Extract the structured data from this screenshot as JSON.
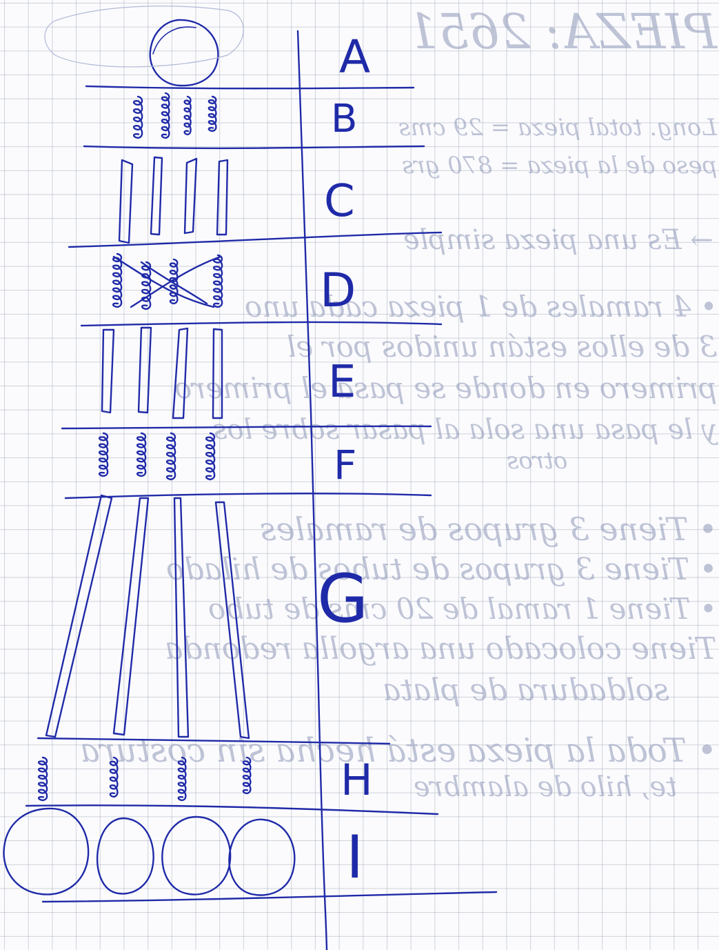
{
  "document": {
    "sections": [
      {
        "id": "A",
        "label": "A",
        "drawing": "single-circle"
      },
      {
        "id": "B",
        "label": "B",
        "drawing": "four-coils"
      },
      {
        "id": "C",
        "label": "C",
        "drawing": "four-bars"
      },
      {
        "id": "D",
        "label": "D",
        "drawing": "crossed-coils"
      },
      {
        "id": "E",
        "label": "E",
        "drawing": "four-bars"
      },
      {
        "id": "F",
        "label": "F",
        "drawing": "four-coils"
      },
      {
        "id": "G",
        "label": "G",
        "drawing": "four-long-bars"
      },
      {
        "id": "H",
        "label": "H",
        "drawing": "four-coils"
      },
      {
        "id": "I",
        "label": "I",
        "drawing": "four-circles"
      }
    ],
    "bleed_through_lines": [
      "PIEZA: 2651",
      "Long. total pieza = 29 cms",
      "peso de la pieza = 870 grs",
      "→ Es una pieza simple",
      "• 4 ramales de 1 pieza cada uno",
      "3 de ellos están unidos por el",
      "primero en donde se pasa el primero",
      "y le pasa una sola al pasar sobre los",
      "otros",
      "• Tiene 3 grupos de ramales",
      "• Tiene 3 grupos de tubos de hilado",
      "• Tiene 1 ramal de 20 cms de tubo",
      "Tiene colocado una argolla redonda",
      "soldadura de plata",
      "• Toda la pieza está hecha sin costura",
      "te, hilo de alambre"
    ],
    "ink_color": "#1f2aa8",
    "ghost_color": "#8d96b8"
  }
}
